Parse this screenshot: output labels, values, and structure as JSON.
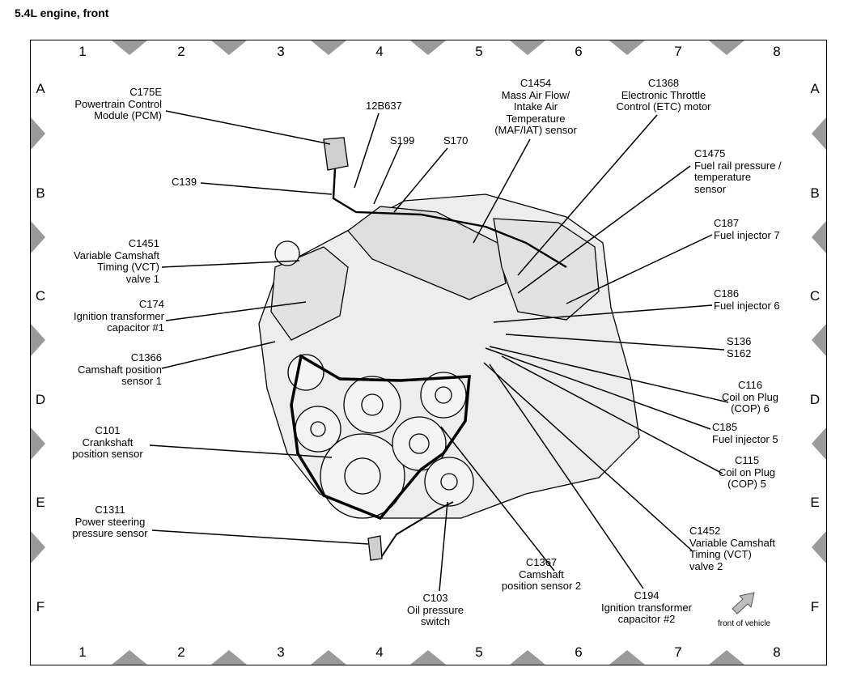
{
  "title": "5.4L engine, front",
  "grid": {
    "columns": [
      "1",
      "2",
      "3",
      "4",
      "5",
      "6",
      "7",
      "8"
    ],
    "rows": [
      "A",
      "B",
      "C",
      "D",
      "E",
      "F"
    ]
  },
  "callouts": {
    "c175e": "C175E\nPowertrain Control\nModule (PCM)",
    "12b637": "12B637",
    "c1454": "C1454\nMass Air Flow/\nIntake Air\nTemperature\n(MAF/IAT) sensor",
    "c1368": "C1368\nElectronic Throttle\nControl (ETC) motor",
    "c139": "C139",
    "s199": "S199",
    "s170": "S170",
    "c1475": "C1475\nFuel rail pressure /\ntemperature\nsensor",
    "c187": "C187\nFuel injector 7",
    "c1451": "C1451\nVariable Camshaft\nTiming (VCT)\nvalve 1",
    "c174": "C174\nIgnition transformer\ncapacitor #1",
    "c186": "C186\nFuel injector 6",
    "s136": "S136\nS162",
    "c1366": "C1366\nCamshaft position\nsensor 1",
    "c116": "C116\nCoil on Plug\n(COP) 6",
    "c101": "C101\nCrankshaft\nposition sensor",
    "c185": "C185\nFuel injector 5",
    "c115": "C115\nCoil on Plug\n(COP) 5",
    "c1311": "C1311\nPower steering\npressure sensor",
    "c1452": "C1452\nVariable Camshaft\nTiming (VCT)\nvalve 2",
    "c1367": "C1367\nCamshaft\nposition sensor 2",
    "c103": "C103\nOil pressure\nswitch",
    "c194": "C194\nIgnition transformer\ncapacitor #2"
  },
  "front_of_vehicle": "front of vehicle",
  "colors": {
    "line": "#000000",
    "marker": "#9a9a9a",
    "engine_fill": "#e9e9e9"
  }
}
